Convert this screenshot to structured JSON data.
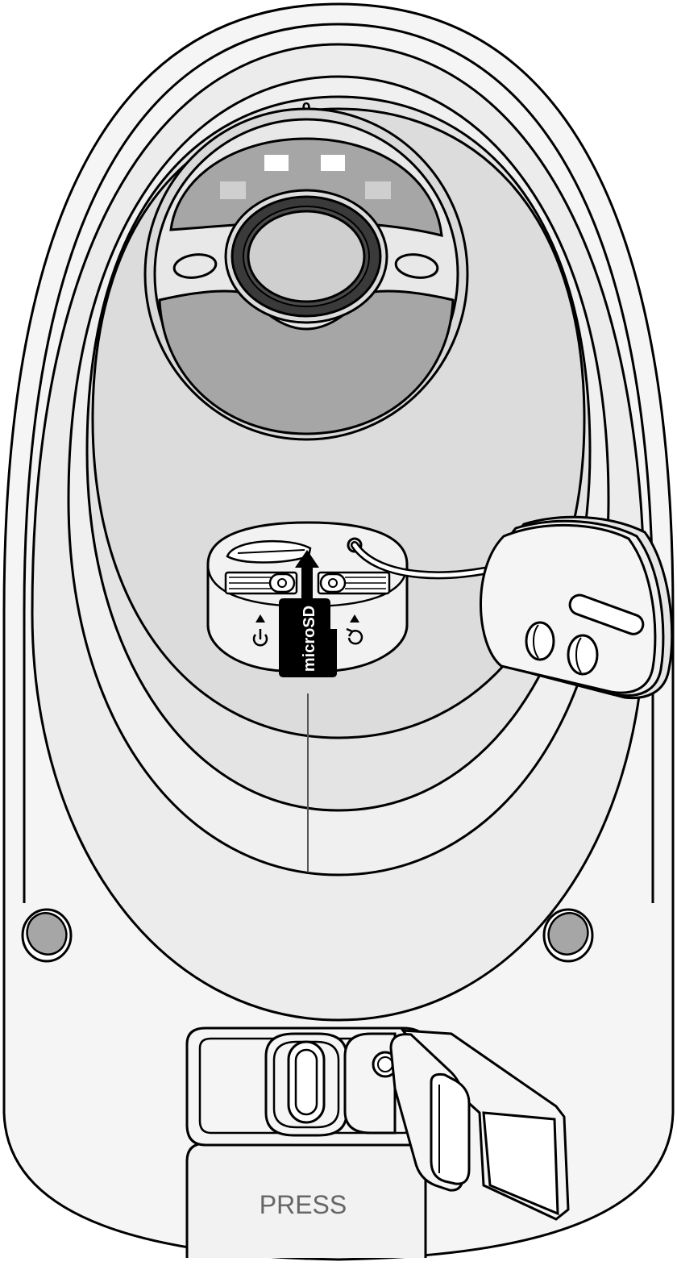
{
  "labels": {
    "top_marker": "0",
    "card_text": "microSD",
    "press_text": "PRESS"
  },
  "icons": {
    "power_arrow": "triangle-up-icon",
    "power": "power-icon",
    "reset_arrow": "triangle-up-icon",
    "reset": "reset-icon",
    "insert_arrow": "arrow-up-icon"
  },
  "colors": {
    "outline": "#000000",
    "body_fill": "#f2f2f2",
    "face_fill": "#e6e6e6",
    "panel_fill": "#d9d9d9",
    "dark_panel": "#a6a6a6",
    "led_on": "#ffffff",
    "led_dim": "#cfcfcf",
    "card_fill": "#000000",
    "press_text": "#666666"
  }
}
